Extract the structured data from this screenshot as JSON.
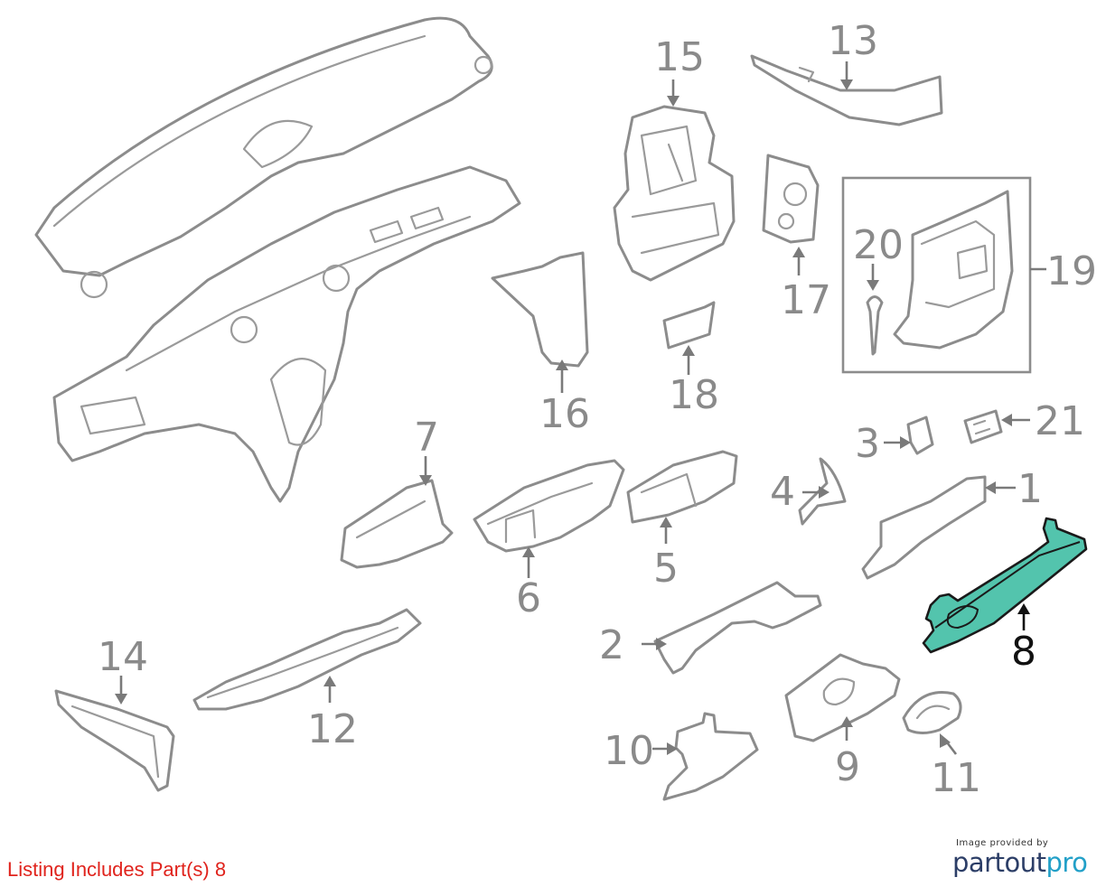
{
  "diagram": {
    "highlight_color": "#53c4ad",
    "highlighted_callout": "8",
    "callouts": {
      "c1": "1",
      "c2": "2",
      "c3": "3",
      "c4": "4",
      "c5": "5",
      "c6": "6",
      "c7": "7",
      "c8": "8",
      "c9": "9",
      "c10": "10",
      "c11": "11",
      "c12": "12",
      "c13": "13",
      "c14": "14",
      "c15": "15",
      "c16": "16",
      "c17": "17",
      "c18": "18",
      "c19": "19",
      "c20": "20",
      "c21": "21"
    }
  },
  "footer": {
    "listing_text": "Listing Includes Part(s) 8",
    "listing_color": "#e0231c",
    "brand_caption": "Image provided by",
    "brand_part1": "partout",
    "brand_part2": "pro"
  }
}
